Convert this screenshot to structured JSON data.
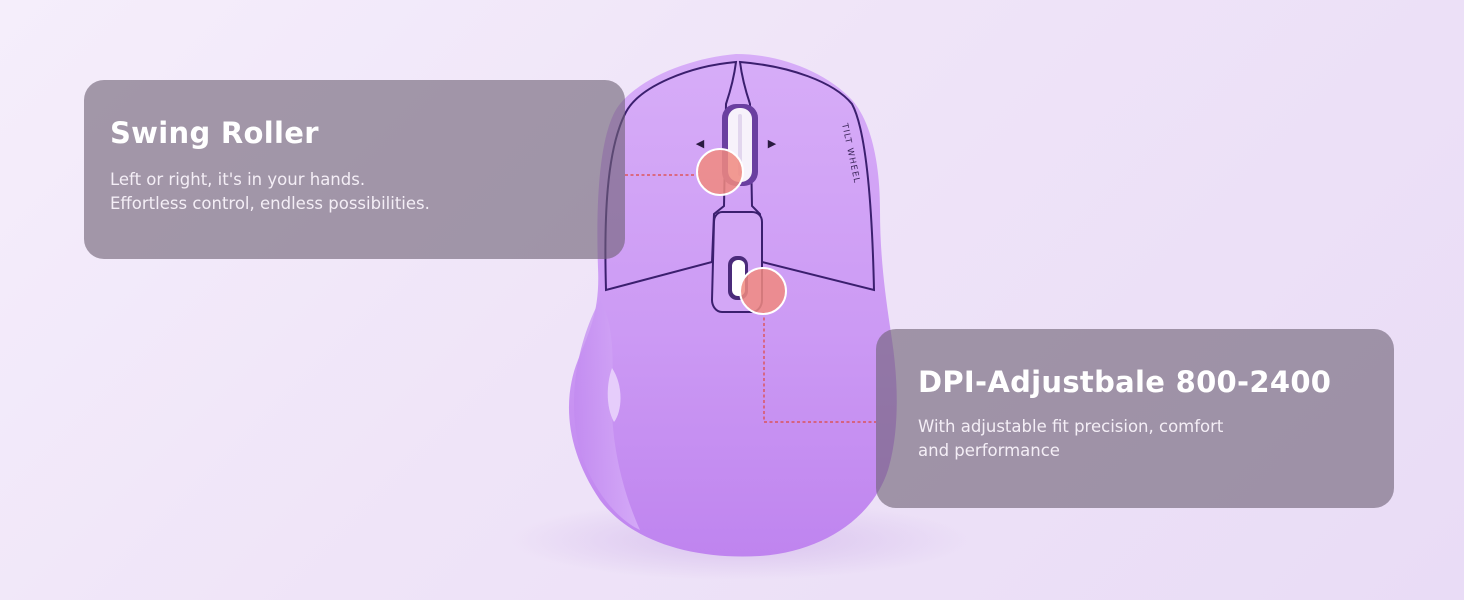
{
  "features": [
    {
      "title": "Swing Roller",
      "desc_lines": [
        "Left or right, it's in your hands.",
        "Effortless control, endless possibilities."
      ]
    },
    {
      "title": "DPI-Adjustbale 800-2400",
      "desc_lines": [
        "With adjustable fit precision, comfort",
        "and performance"
      ]
    }
  ],
  "mouse": {
    "side_label": "TILT WHEEL",
    "left_arrow": "◀",
    "right_arrow": "▶"
  },
  "colors": {
    "mouse_body": "#cfa0f6",
    "mouse_shadow": "#b57ee8",
    "marker": "#f08a7f",
    "leader_line": "#e0463c",
    "panel": "#706276"
  }
}
